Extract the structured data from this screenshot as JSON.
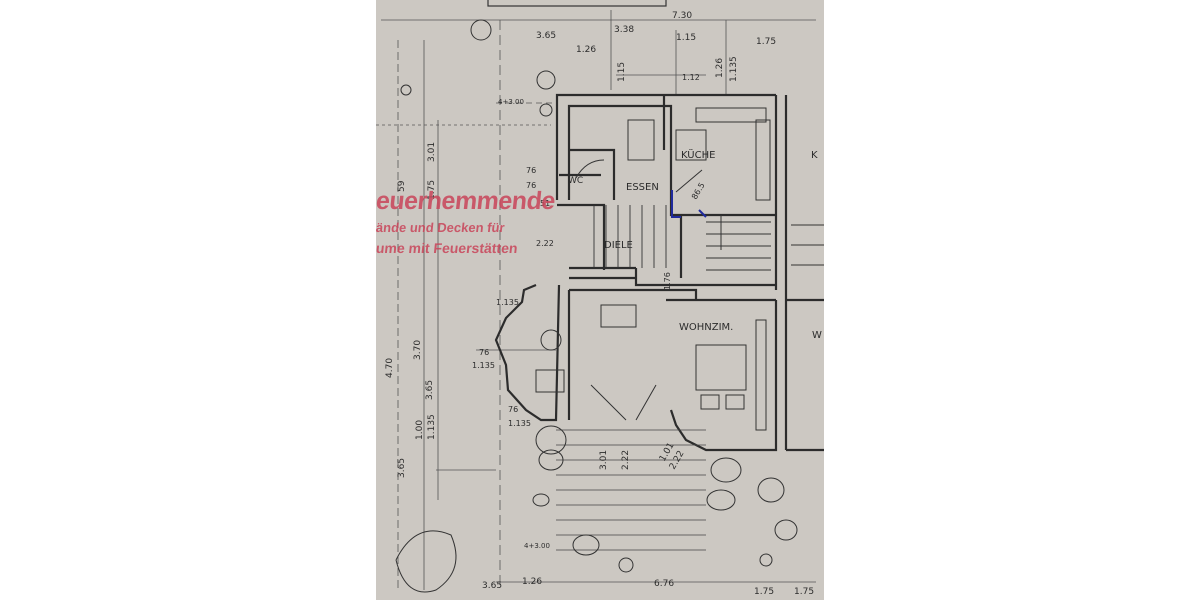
{
  "rooms": {
    "kitchen": "KÜCHE",
    "dining": "ESSEN",
    "wc": "WC",
    "hall": "DIELE",
    "living": "WOHNZIM.",
    "neighbor_k": "K",
    "neighbor_w": "W"
  },
  "stamp": {
    "line1": "euerhemmende",
    "line2": "ände und Decken für",
    "line3": "ume mit Feuerstätten"
  },
  "dimensions": {
    "top_1": "7.30",
    "top_2": "3.38",
    "top_3": "1.15",
    "top_4": "3.65",
    "top_5": "1.26",
    "top_6": "1.75",
    "top_7": "1.26",
    "top_8": "1.135",
    "top_9": "1.15",
    "top_10": "1.12",
    "top_11": "4+3.00",
    "left_1": "3.01",
    "left_2": "1.75",
    "left_3": "59",
    "left_4": "4.70",
    "left_5": "3.70",
    "left_6": "3.65",
    "left_7": "1.00",
    "left_8": "1.135",
    "left_9": "3.65",
    "left_10": "4+3.00",
    "mid_1": "76",
    "mid_2": "76",
    "mid_3": "51",
    "mid_4": "2.22",
    "mid_5": "1.76",
    "mid_6": "1.135",
    "mid_7": "76",
    "mid_8": "1.135",
    "mid_9": "76",
    "mid_10": "1.135",
    "mid_11": "86.5",
    "stair_1": "3.01",
    "stair_2": "2.22",
    "stair_3": "1.01",
    "stair_4": "2.22",
    "bottom_1": "3.65",
    "bottom_2": "1.26",
    "bottom_3": "6.76",
    "bottom_4": "1.75",
    "bottom_5": "1.75"
  },
  "colors": {
    "paper": "#ccc8c2",
    "ink": "#2c2c2c",
    "stamp_red": "#c9455a",
    "blue_marker": "#1f2a9c"
  }
}
